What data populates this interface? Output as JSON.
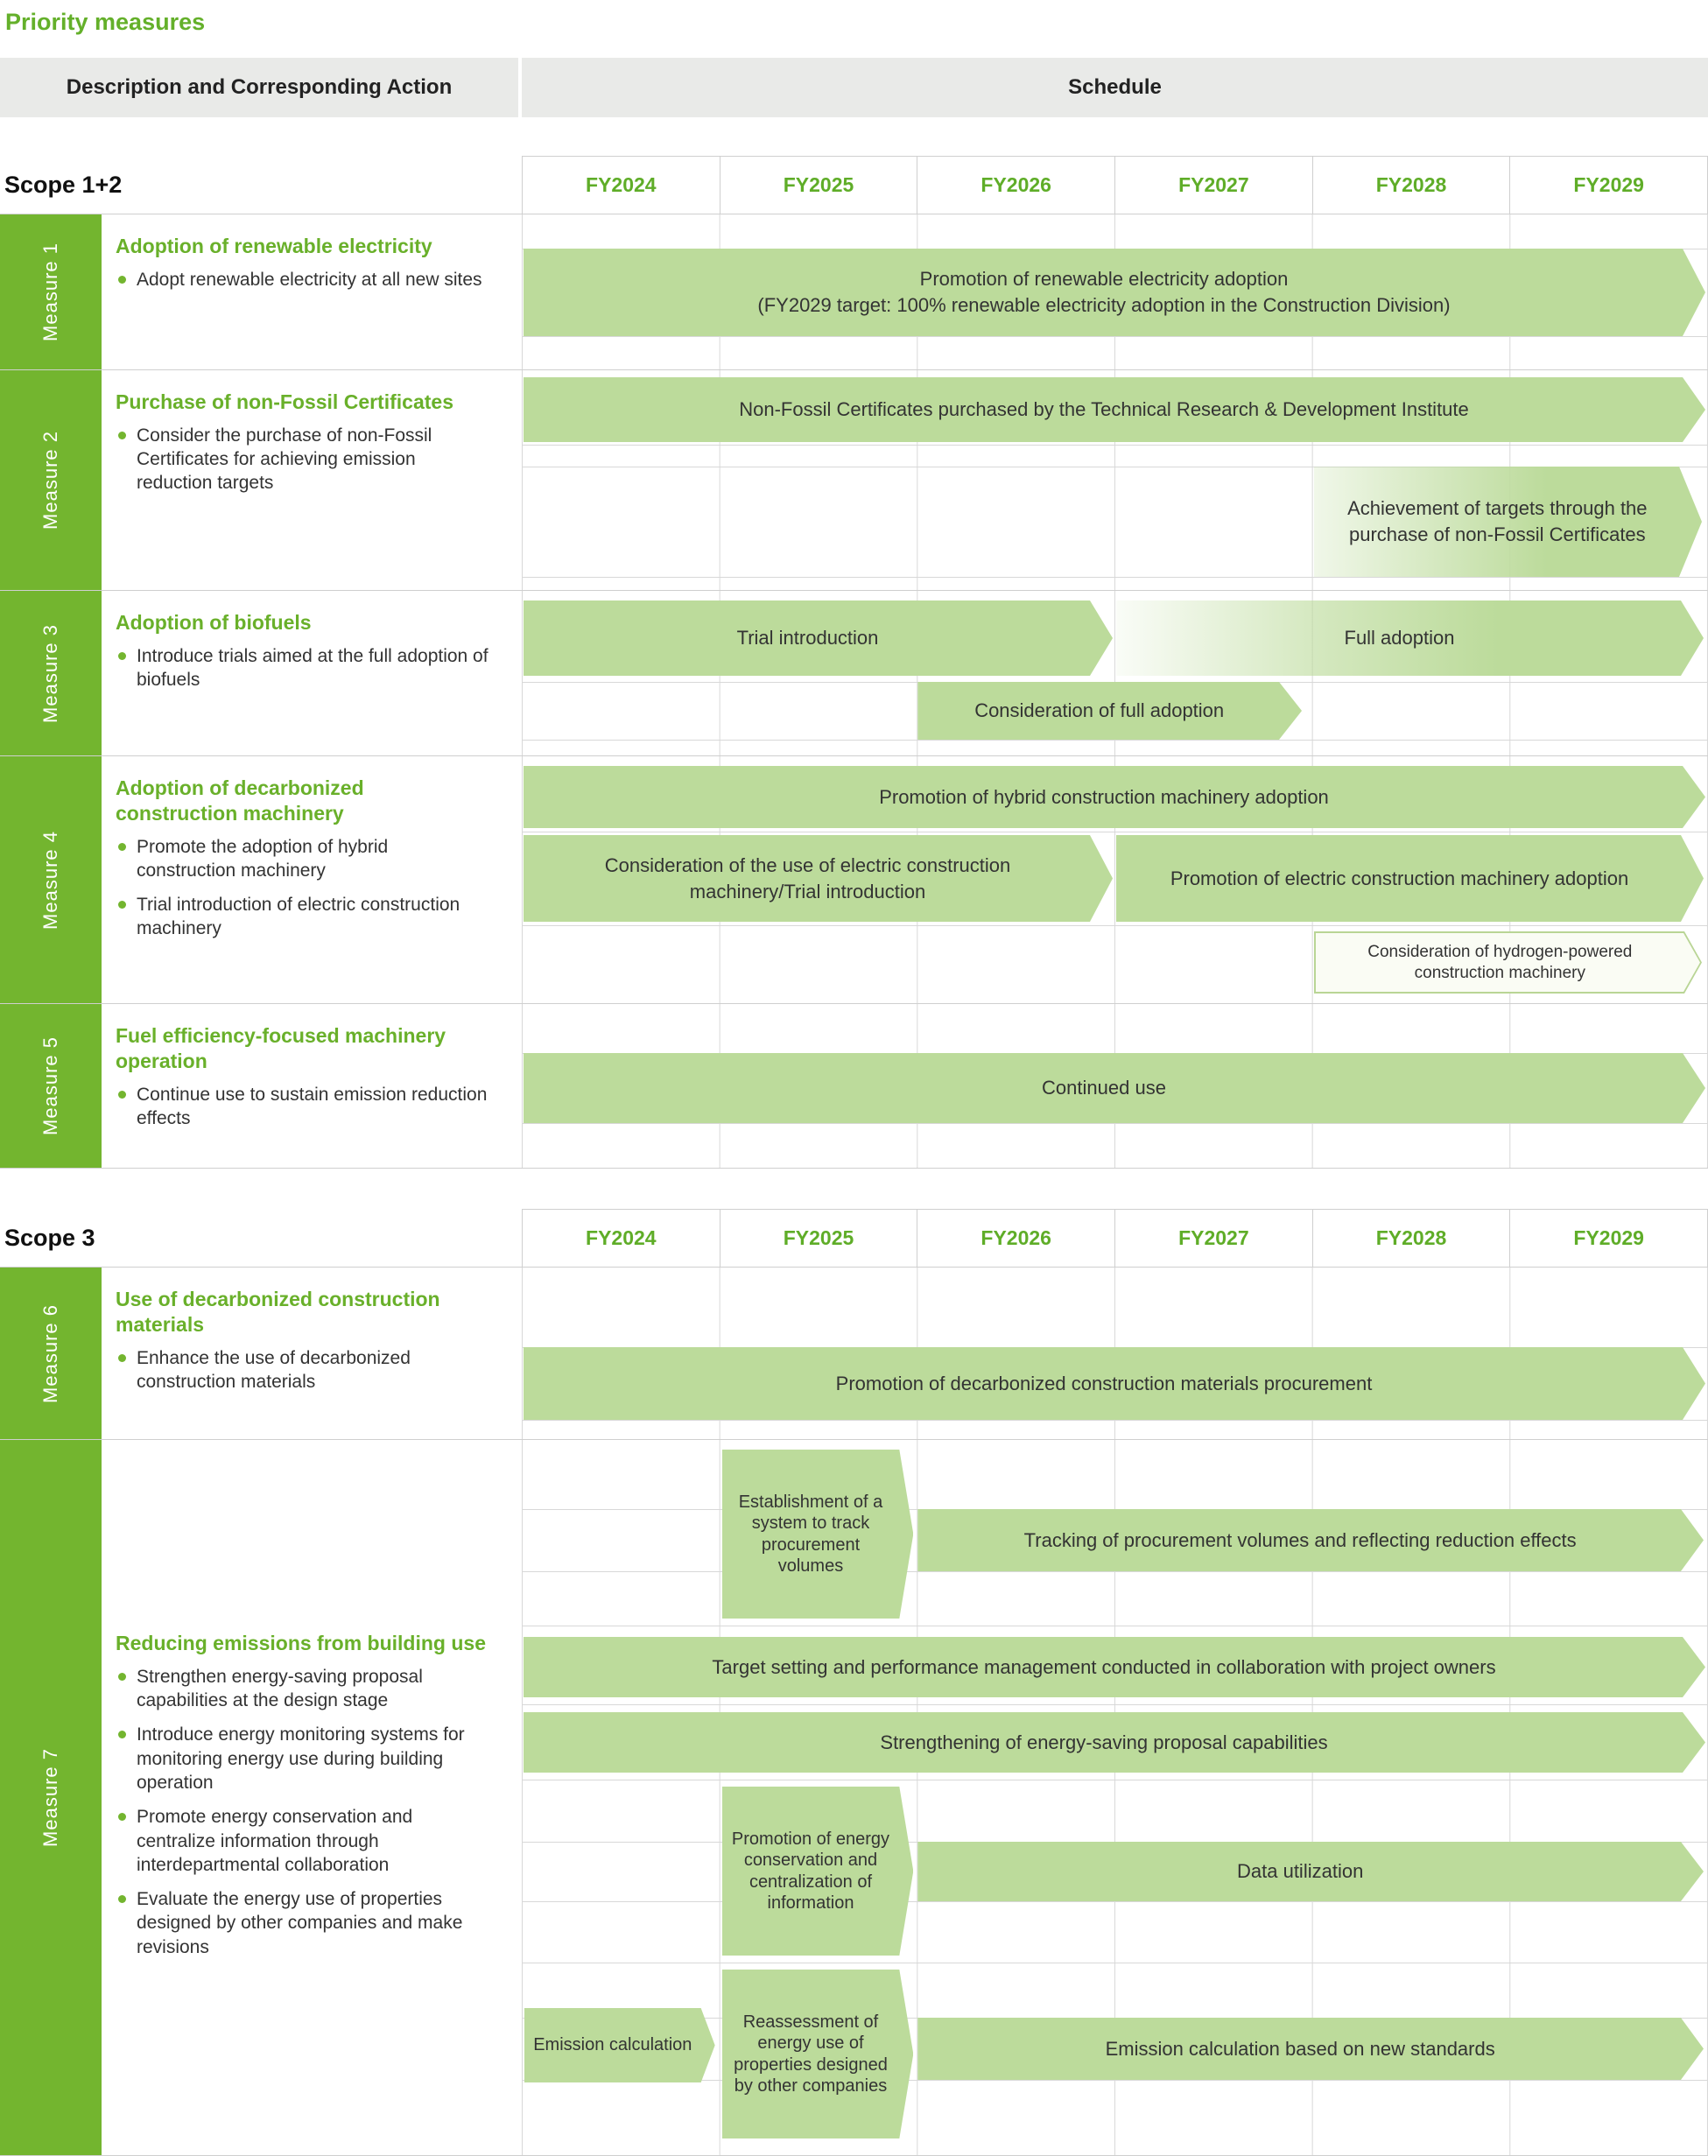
{
  "title": "Priority measures",
  "colors": {
    "accent_green": "#69b02a",
    "sidebar_green": "#73b52f",
    "arrow_green": "#bcdb9b",
    "header_gray": "#e9eae8"
  },
  "header": {
    "description_label": "Description and Corresponding Action",
    "schedule_label": "Schedule"
  },
  "years": [
    "FY2024",
    "FY2025",
    "FY2026",
    "FY2027",
    "FY2028",
    "FY2029"
  ],
  "scope12": {
    "label": "Scope 1+2",
    "measures": {
      "m1": {
        "id": "Measure 1",
        "heading": "Adoption of renewable electricity",
        "bullets": [
          "Adopt renewable electricity at all new sites"
        ],
        "arrow1": {
          "lines": [
            "Promotion of renewable electricity adoption",
            "(FY2029 target: 100% renewable electricity adoption in the Construction Division)"
          ],
          "from": "FY2024",
          "to": "FY2029"
        }
      },
      "m2": {
        "id": "Measure 2",
        "heading": "Purchase of non-Fossil Certificates",
        "bullets": [
          "Consider the purchase of non-Fossil Certificates for achieving emission reduction targets"
        ],
        "arrow1": {
          "text": "Non-Fossil Certificates purchased by the Technical Research & Development Institute",
          "from": "FY2024",
          "to": "FY2029"
        },
        "arrow2": {
          "text": "Achievement of targets through the purchase of non-Fossil Certificates",
          "from": "FY2028",
          "to": "FY2029"
        }
      },
      "m3": {
        "id": "Measure 3",
        "heading": "Adoption of biofuels",
        "bullets": [
          "Introduce trials aimed at the full adoption of biofuels"
        ],
        "arrow1": {
          "text": "Trial introduction",
          "from": "FY2024",
          "to": "FY2026"
        },
        "arrow2": {
          "text": "Full adoption",
          "from": "FY2027",
          "to": "FY2029"
        },
        "arrow3": {
          "text": "Consideration of full adoption",
          "from": "FY2026",
          "to": "FY2027"
        }
      },
      "m4": {
        "id": "Measure 4",
        "heading": "Adoption of decarbonized construction machinery",
        "bullets": [
          "Promote the adoption of hybrid construction machinery",
          "Trial introduction of electric construction machinery"
        ],
        "arrow1": {
          "text": "Promotion of hybrid construction machinery adoption",
          "from": "FY2024",
          "to": "FY2029"
        },
        "arrow2": {
          "text": "Consideration of the use of electric construction machinery/Trial introduction",
          "from": "FY2024",
          "to": "FY2026"
        },
        "arrow3": {
          "text": "Promotion of electric construction machinery adoption",
          "from": "FY2027",
          "to": "FY2029"
        },
        "arrow4": {
          "text": "Consideration of hydrogen-powered construction machinery",
          "from": "FY2028",
          "to": "FY2029"
        }
      },
      "m5": {
        "id": "Measure 5",
        "heading": "Fuel efficiency-focused machinery operation",
        "bullets": [
          "Continue use to sustain emission reduction effects"
        ],
        "arrow1": {
          "text": "Continued use",
          "from": "FY2024",
          "to": "FY2029"
        }
      }
    }
  },
  "scope3": {
    "label": "Scope 3",
    "measures": {
      "m6": {
        "id": "Measure 6",
        "heading": "Use of decarbonized construction materials",
        "bullets": [
          "Enhance the use of decarbonized construction materials"
        ],
        "arrow1": {
          "text": "Promotion of decarbonized construction materials procurement",
          "from": "FY2024",
          "to": "FY2029"
        }
      },
      "m7": {
        "id": "Measure 7",
        "heading": "Reducing emissions from building use",
        "bullets": [
          "Strengthen energy-saving proposal capabilities at the design stage",
          "Introduce energy monitoring systems for monitoring energy use during building operation",
          "Promote energy conservation and centralize information through interdepartmental collaboration",
          "Evaluate the energy use of properties designed by other companies and make revisions"
        ],
        "box1": {
          "text": "Establishment of a system to track procurement volumes",
          "from": "FY2025",
          "to": "FY2025"
        },
        "arrow1": {
          "text": "Tracking of procurement volumes and reflecting reduction effects",
          "from": "FY2026",
          "to": "FY2029"
        },
        "arrow2": {
          "text": "Target setting and performance management conducted in collaboration with project owners",
          "from": "FY2024",
          "to": "FY2029"
        },
        "arrow3": {
          "text": "Strengthening of energy-saving proposal capabilities",
          "from": "FY2024",
          "to": "FY2029"
        },
        "box2": {
          "text": "Promotion of energy conservation and centralization of information",
          "from": "FY2025",
          "to": "FY2025"
        },
        "arrow4": {
          "text": "Data utilization",
          "from": "FY2026",
          "to": "FY2029"
        },
        "box3": {
          "text": "Emission calculation",
          "from": "FY2024",
          "to": "FY2024"
        },
        "box4": {
          "text": "Reassessment of energy use of properties designed by other companies",
          "from": "FY2025",
          "to": "FY2025"
        },
        "arrow5": {
          "text": "Emission calculation based on new standards",
          "from": "FY2026",
          "to": "FY2029"
        }
      }
    }
  }
}
